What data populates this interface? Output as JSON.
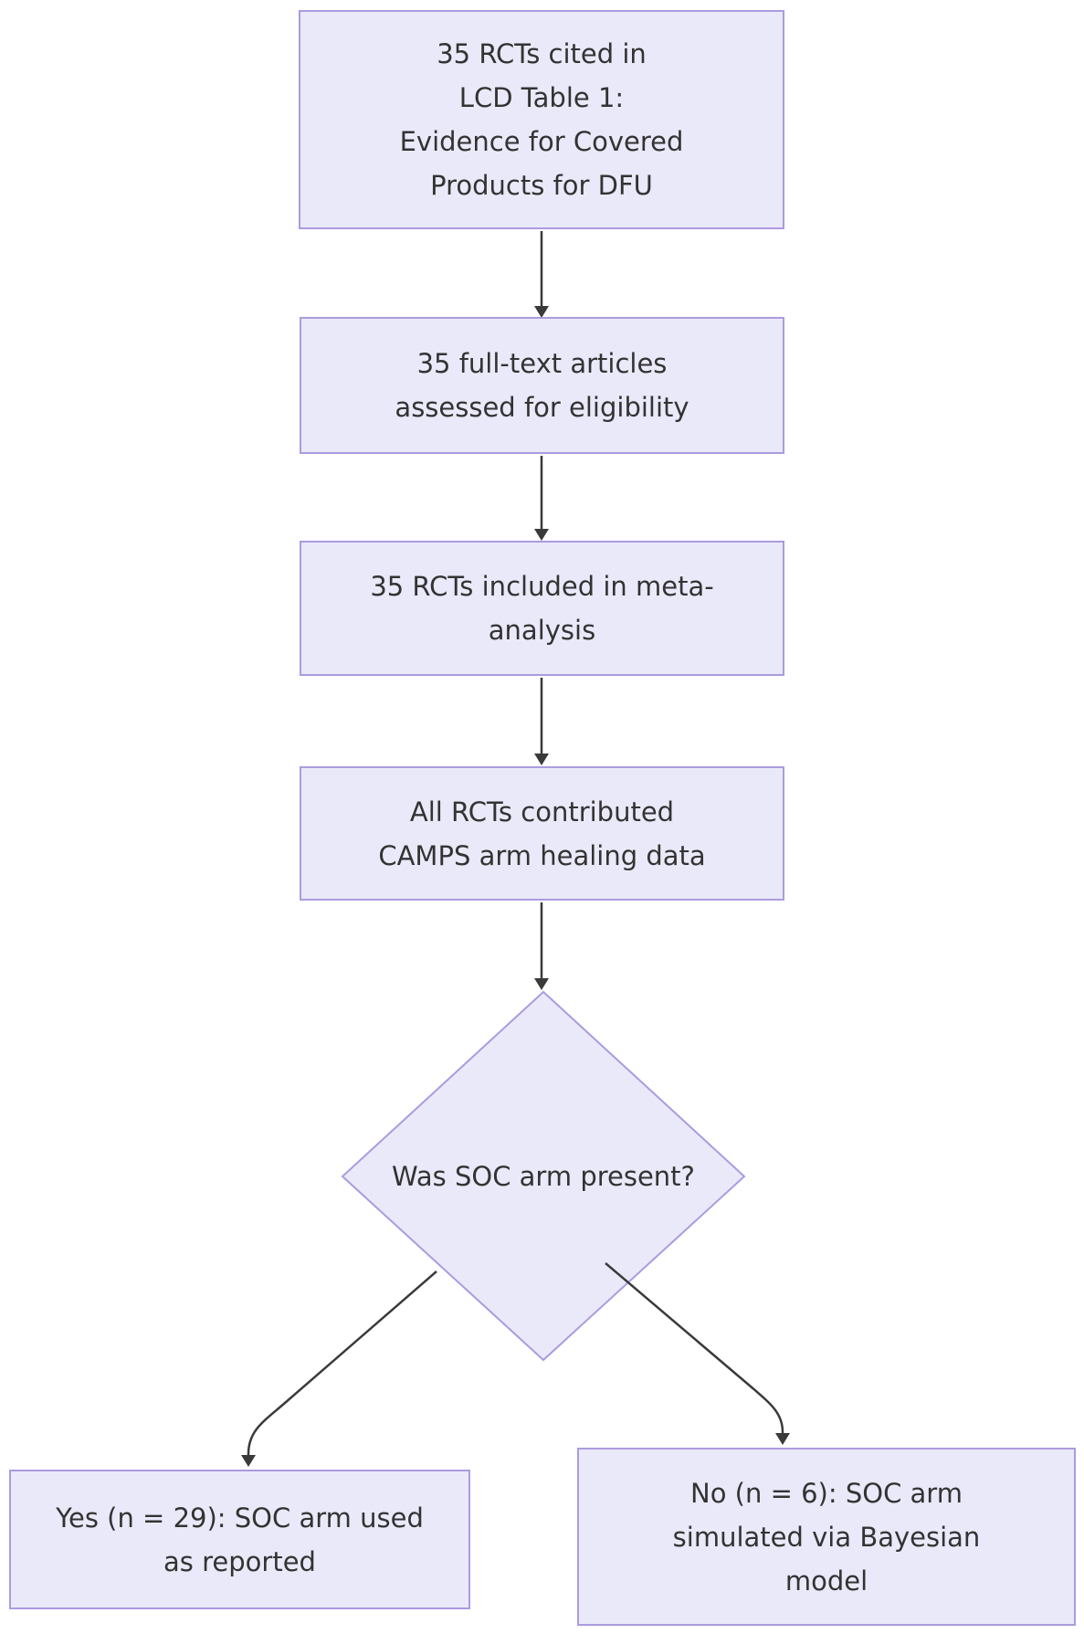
{
  "diagram": {
    "type": "flowchart",
    "nodes": {
      "cited": {
        "label": "35 RCTs cited in\nLCD Table 1:\nEvidence for Covered\nProducts for DFU"
      },
      "fulltext": {
        "label": "35 full-text articles\nassessed for eligibility"
      },
      "meta": {
        "label": "35 RCTs included in meta-\nanalysis"
      },
      "camps": {
        "label": "All RCTs contributed\nCAMPS arm healing data"
      },
      "decision": {
        "label": "Was SOC arm present?"
      },
      "yes": {
        "label": "Yes (n = 29): SOC arm used\nas reported"
      },
      "no": {
        "label": "No (n = 6): SOC arm\nsimulated via Bayesian\nmodel"
      }
    },
    "colors": {
      "node_fill": "#EAE9F9",
      "node_border": "#AC9BDF",
      "arrow": "#3A3A3A",
      "text": "#333333",
      "background": "#FFFFFF"
    }
  }
}
